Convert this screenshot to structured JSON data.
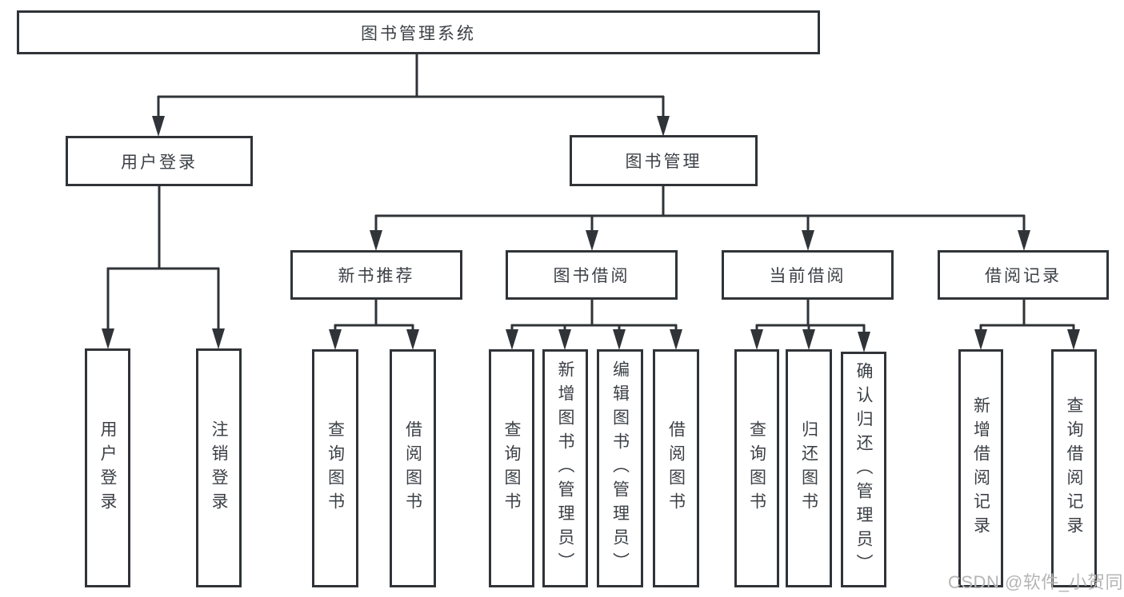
{
  "diagram": {
    "title": "图书管理系统",
    "root": {
      "label": "图书管理系统"
    },
    "branches": [
      {
        "label": "用户登录",
        "children": [
          {
            "label": "用户登录"
          },
          {
            "label": "注销登录"
          }
        ]
      },
      {
        "label": "图书管理",
        "groups": [
          {
            "label": "新书推荐",
            "children": [
              {
                "label": "查询图书"
              },
              {
                "label": "借阅图书"
              }
            ]
          },
          {
            "label": "图书借阅",
            "children": [
              {
                "label": "查询图书"
              },
              {
                "label": "新增图书（管理员）"
              },
              {
                "label": "编辑图书（管理员）"
              },
              {
                "label": "借阅图书"
              }
            ]
          },
          {
            "label": "当前借阅",
            "children": [
              {
                "label": "查询图书"
              },
              {
                "label": "归还图书"
              },
              {
                "label": "确认归还（管理员）"
              }
            ]
          },
          {
            "label": "借阅记录",
            "children": [
              {
                "label": "新增借阅记录"
              },
              {
                "label": "查询借阅记录"
              }
            ]
          }
        ]
      }
    ]
  },
  "watermark": {
    "text": "CSDN @软件_小贺同学"
  },
  "colors": {
    "line": "#303438",
    "text": "#3c4046",
    "watermark": "#b5b5b5",
    "background": "#ffffff"
  }
}
